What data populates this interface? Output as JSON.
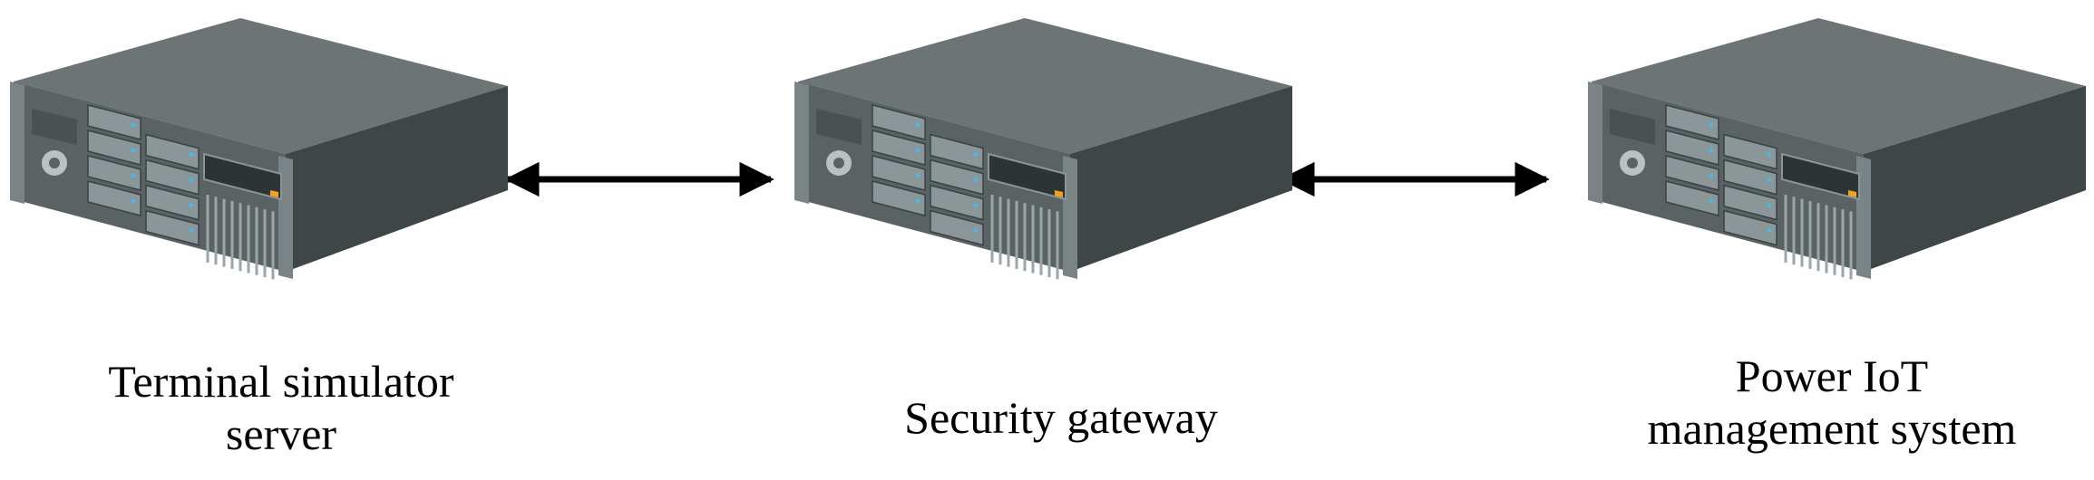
{
  "nodes": [
    {
      "id": "terminal",
      "icon": "server-rack-icon",
      "label_lines": [
        "Terminal simulator",
        "server"
      ]
    },
    {
      "id": "gateway",
      "icon": "server-rack-icon",
      "label_lines": [
        "Security gateway"
      ]
    },
    {
      "id": "management",
      "icon": "server-rack-icon",
      "label_lines": [
        "Power IoT",
        "management system"
      ]
    }
  ],
  "edges": [
    {
      "from": "terminal",
      "to": "gateway",
      "direction": "both"
    },
    {
      "from": "gateway",
      "to": "management",
      "direction": "both"
    }
  ],
  "colors": {
    "server_top": "#6c7476",
    "server_side": "#3e4648",
    "server_front": "#5a6264",
    "drive_bay": "#8a9698",
    "led_blue": "#4fb7e0",
    "led_amber": "#f3a21e",
    "arrow": "#000000",
    "text": "#000000"
  }
}
